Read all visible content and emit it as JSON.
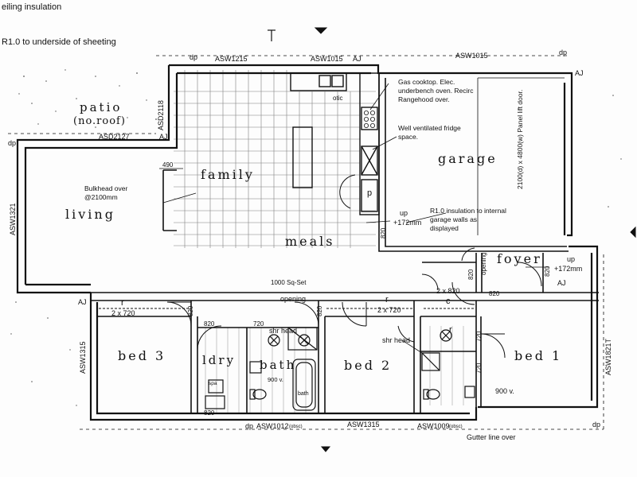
{
  "header": {
    "line1": "eiling insulation",
    "line2": "R1.0 to underside of sheeting"
  },
  "windows": {
    "top_left": "ASW1215",
    "top_mid": "ASW1015",
    "top_right": "ASW1015",
    "patio_right": "ASD2118",
    "patio_bottom": "ASD2127",
    "living": "ASW1321",
    "bed3": "ASW1315",
    "bath": "ASW1012",
    "bath_suffix": "(obsc)",
    "bed2": "ASW1315",
    "ens": "ASW1009",
    "ens_suffix": "(obsc)",
    "bed1": "ASW1821T"
  },
  "marks": {
    "dp": "dp",
    "aj": "AJ",
    "r": "r",
    "c": "c",
    "p": "p"
  },
  "rooms": {
    "patio": "patio",
    "patio_sub": "(no.roof)",
    "living": "living",
    "family": "family",
    "meals": "meals",
    "garage": "garage",
    "foyer": "foyer",
    "bed3": "bed 3",
    "ldry": "ldry",
    "bath": "bath",
    "bed2": "bed 2",
    "bed1": "bed 1"
  },
  "notes": {
    "cooktop": "Gas cooktop. Elec. underbench oven. Recirc Rangehood over.",
    "fridge": "Well ventilated fridge space.",
    "bulkhead": "Bulkhead over @2100mm",
    "garage_door": "2100(d) x 4800(w) Panel lift door.",
    "garage_insulation": "R1.0 insulation to internal garage walls as displayed",
    "up_garage": "up",
    "up_garage_val": "+172mm",
    "up_foyer": "up",
    "up_foyer_val": "+172mm",
    "sqset": "1000 Sq-Set",
    "opening": "opening",
    "opening_foyer": "opening",
    "shr_head": "shr head",
    "shr_head_ens": "shr head",
    "robe3": "2 x 720",
    "robe2": "2 x 720",
    "linen": "2 x 820",
    "v900_bath": "900 v.",
    "v900_ens": "900 v.",
    "gutter": "Gutter line over",
    "dim_490": "490",
    "dim_820_fam": "820",
    "dim_820_bed3": "820",
    "dim_820_bed2": "820",
    "dim_820_hall1": "820",
    "dim_720_hall": "720",
    "dim_820_ldry": "820",
    "dim_820_bed1": "820",
    "dim_720_ens": "720",
    "dim_720_ens2": "720",
    "dim_820_foyer": "820",
    "dim_820_garage": "820",
    "otic": "otic",
    "bath_label": "bath",
    "spa_label": "spa"
  }
}
